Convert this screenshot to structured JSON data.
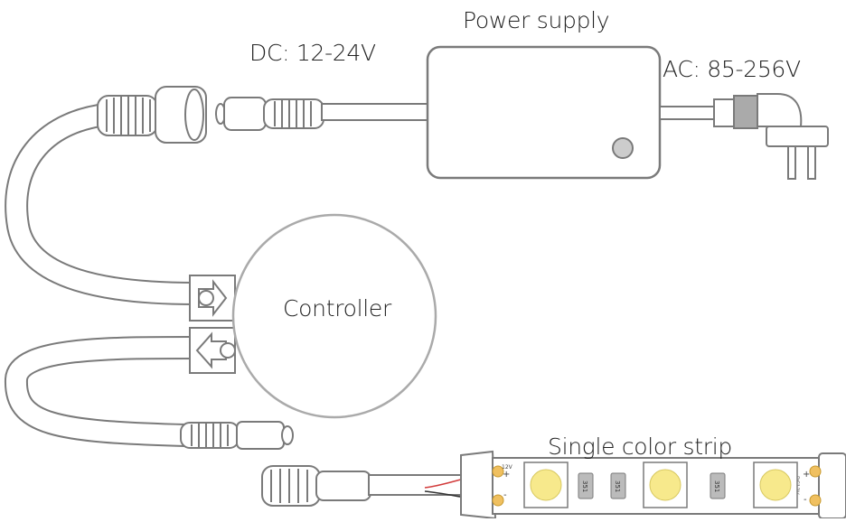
{
  "labels": {
    "power_supply": "Power supply",
    "dc_voltage": "DC: 12-24V",
    "ac_voltage": "AC: 85-256V",
    "controller": "Controller",
    "strip": "Single color strip"
  },
  "strip_markings": {
    "left_plus": "+",
    "left_minus": "-",
    "left_volt": "12V",
    "right_plus": "+",
    "right_minus": "-",
    "right_volt": "DC12V",
    "resistor_code": "351"
  },
  "colors": {
    "outline": "#7a7a7a",
    "cable_fill": "#ffffff",
    "led": "#f7e98c",
    "pad": "#f0c060",
    "wire_red": "#d23c3c",
    "wire_black": "#333333"
  }
}
